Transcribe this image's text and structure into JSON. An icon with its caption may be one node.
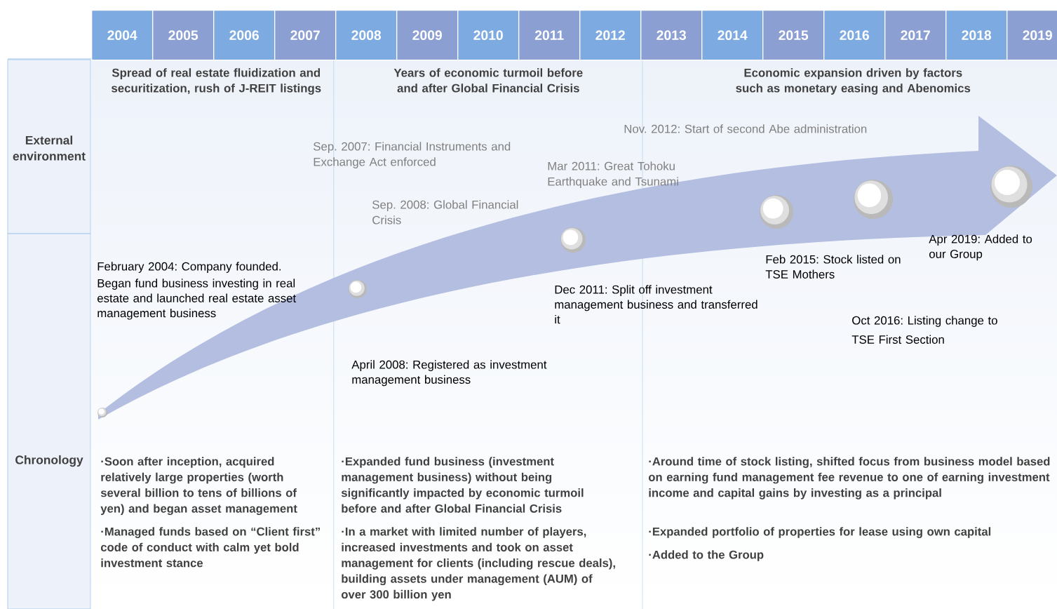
{
  "diagram": {
    "nodes": [
      {
        "text": [
          "2004"
        ]
      },
      {
        "text": [
          "2005"
        ]
      },
      {
        "text": [
          "2006"
        ]
      },
      {
        "text": [
          "2007"
        ]
      },
      {
        "text": [
          "2008"
        ]
      },
      {
        "text": [
          "2009"
        ]
      },
      {
        "text": [
          "2010"
        ]
      },
      {
        "text": [
          "2011"
        ]
      },
      {
        "text": [
          "2012"
        ]
      },
      {
        "text": [
          "2013"
        ]
      },
      {
        "text": [
          "2014"
        ]
      },
      {
        "text": [
          "2015"
        ]
      },
      {
        "text": [
          "2016"
        ]
      },
      {
        "text": [
          "2017"
        ]
      },
      {
        "text": [
          "2018"
        ]
      },
      {
        "text": [
          "2019"
        ]
      },
      {
        "text": [
          "External environment"
        ]
      },
      {
        "text": [
          "Chronology"
        ]
      }
    ],
    "labels": [
      "Spread of real estate fluidization and securitization, rush of J-REIT listings",
      "Years of economic turmoil  before and after Global Financial Crisis",
      "Economic expansion driven by factors such as monetary easing and Abenomics",
      "Nov. 2012: Start of second Abe administration",
      "Sep. 2007: Financial Instruments and Exchange Act enforced",
      "Mar 2011: Great Tohoku Earthquake and Tsunami",
      "Sep. 2008: Global Financial Crisis",
      "February 2004: Company founded.",
      "Began fund business investing in real estate and launched real estate asset management business",
      "April 2008: Registered as investment management business",
      "Dec 2011: Split off investment management business and transferred it",
      "Feb 2015: Stock listed on TSE Mothers",
      "Apr 2019: Added to our Group",
      "Oct 2016: Listing change to TSE First Section",
      "·Soon after inception, acquired relatively large properties (worth several billion to tens of billions of yen) and began asset management",
      "·Managed funds based on “Client first” code of conduct with calm yet bold investment stance",
      "·Expanded fund business (investment management business) without being significantly impacted by economic turmoil before and after Global Financial Crisis",
      "·In a market with limited number of players, increased investments and took on asset management for clients (including rescue deals), building assets under management (AUM) of over 300 billion yen",
      "·Around time of stock listing, shifted focus from business model based on earning fund management fee revenue to one of earning investment income and capital gains by investing as a principal",
      "·Expanded portfolio of properties for lease using own capital",
      "·Added to the Group"
    ]
  }
}
